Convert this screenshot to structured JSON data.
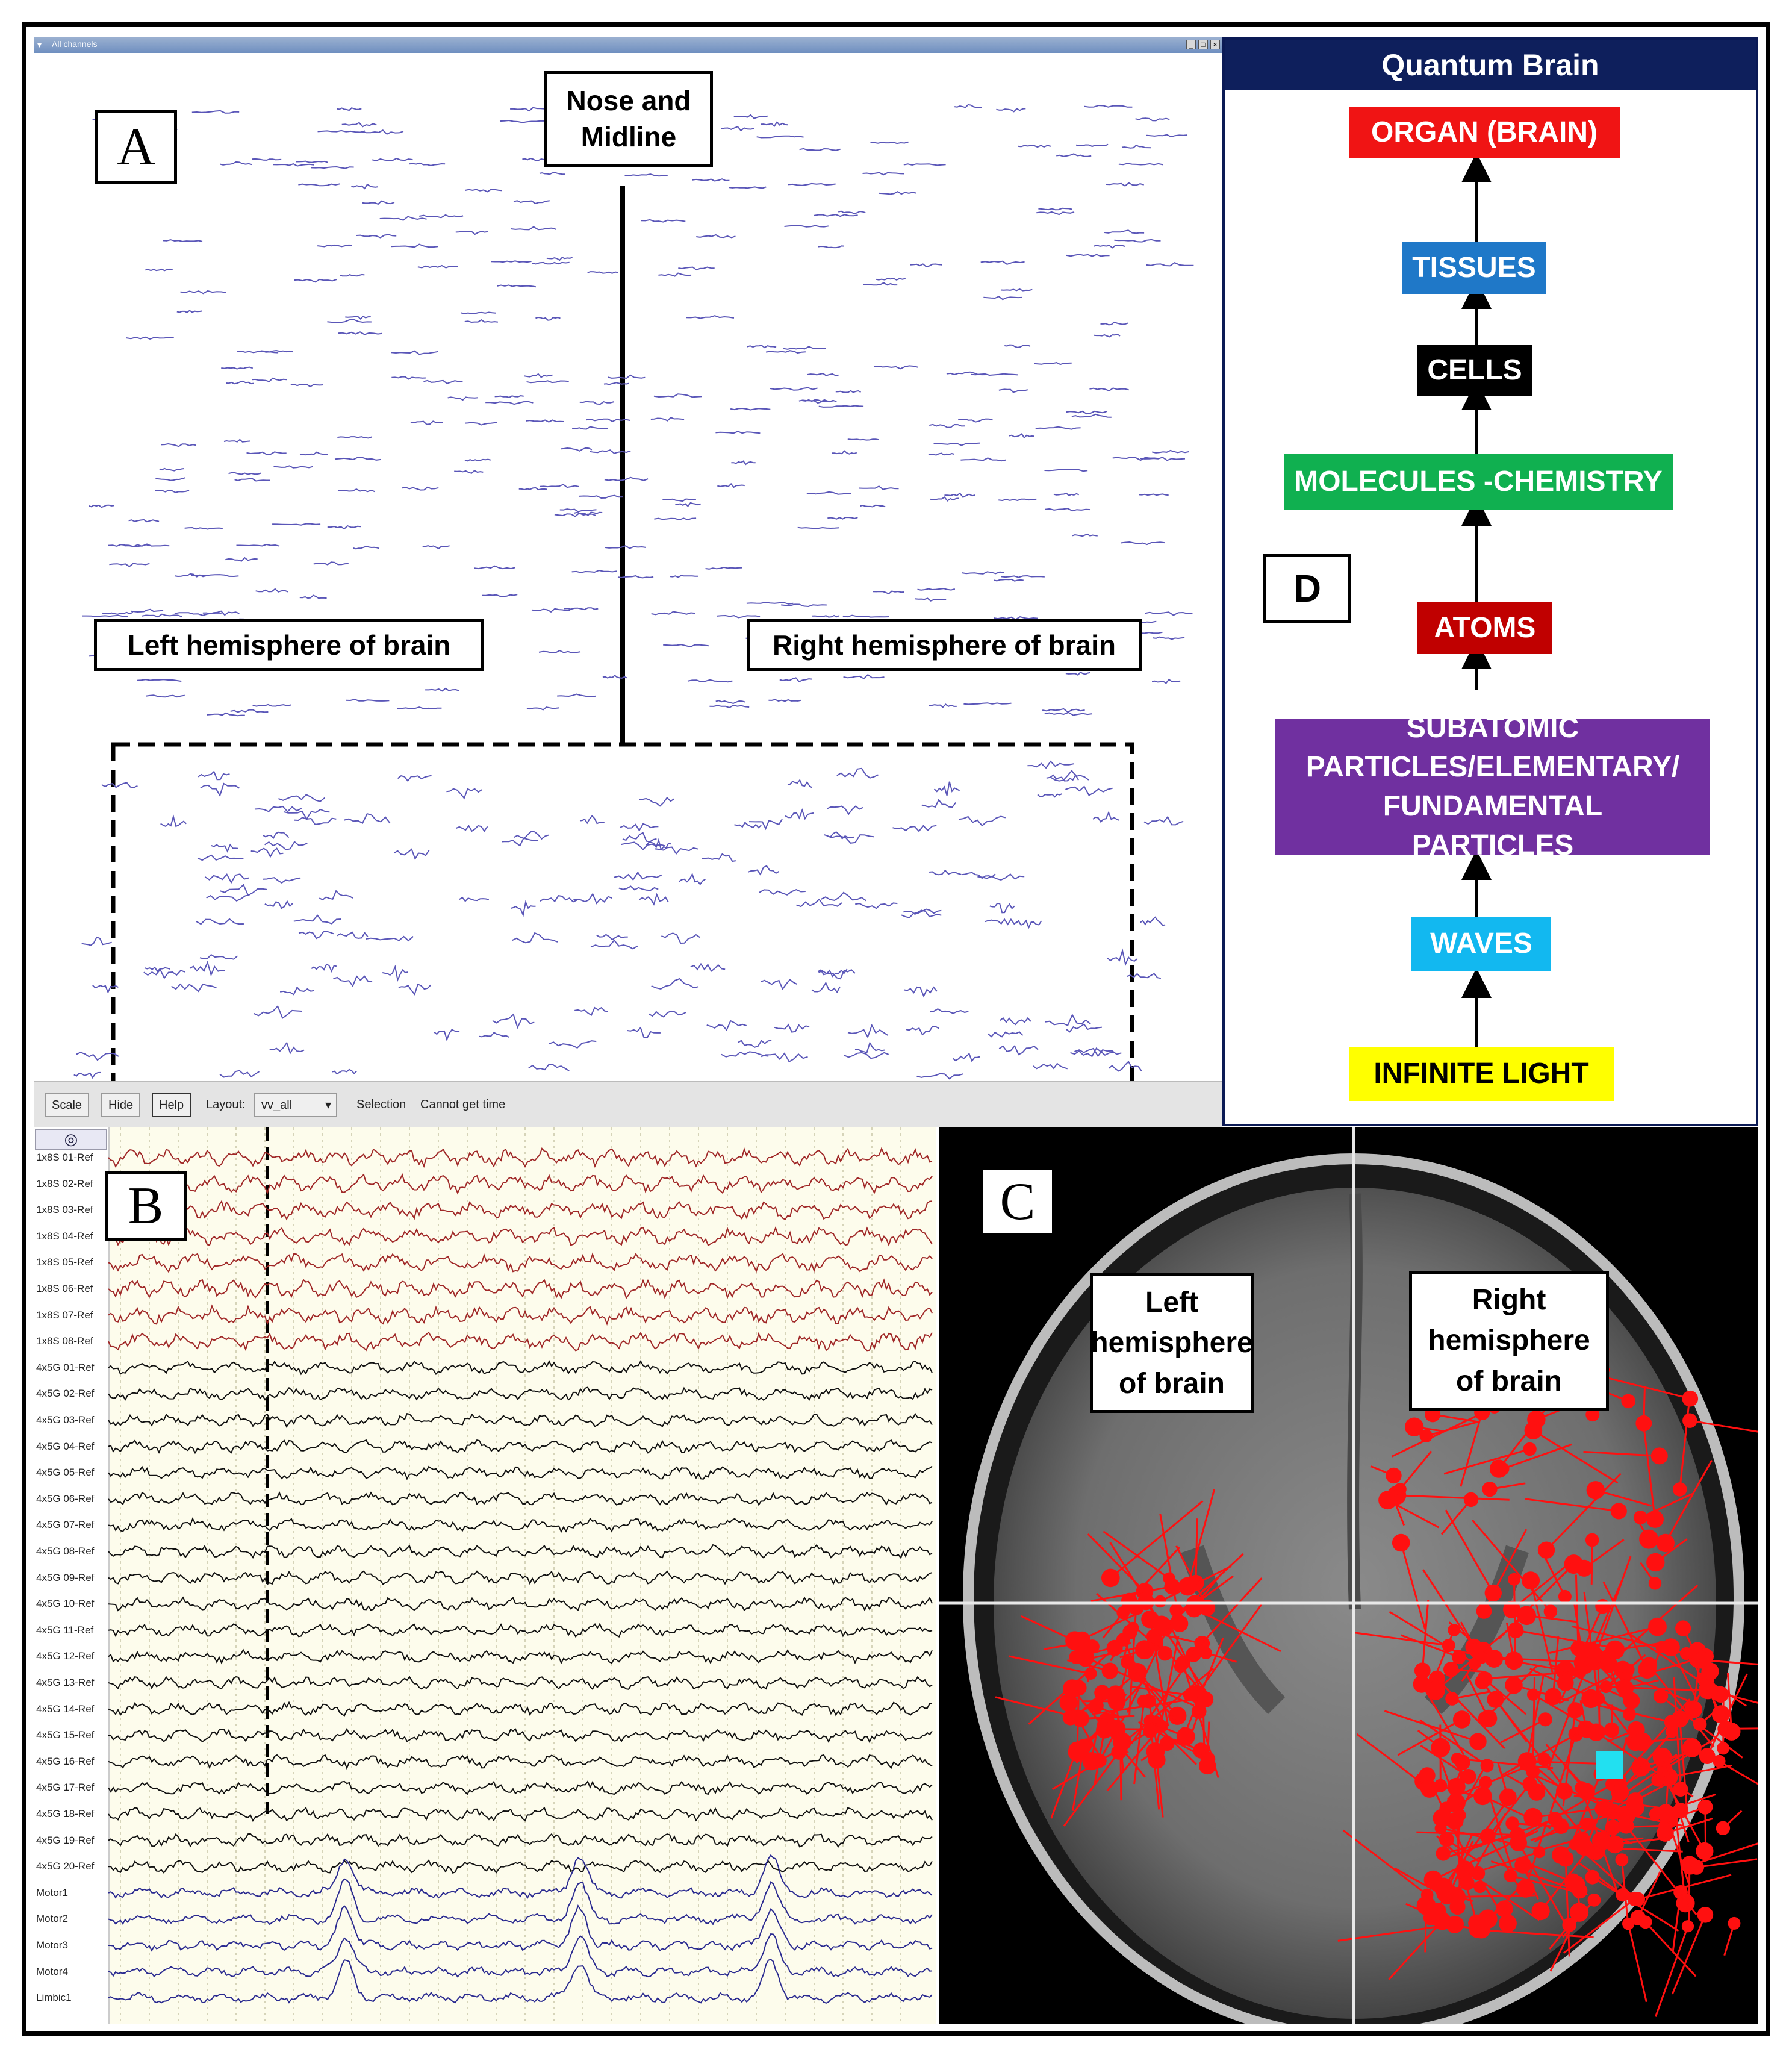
{
  "panel_a": {
    "window_title": "All channels",
    "letter": "A",
    "nose_label": "Nose and Midline",
    "left_label": "Left hemisphere of brain",
    "right_label": "Right hemisphere of brain",
    "toolbar": {
      "scale": "Scale",
      "hide": "Hide",
      "help": "Help",
      "layout_label": "Layout:",
      "layout_value": "vv_all",
      "selection": "Selection",
      "status": "Cannot get time"
    },
    "trace_color": "#5a56b8"
  },
  "panel_d": {
    "header": "Quantum Brain",
    "letter": "D",
    "levels": [
      {
        "label": "ORGAN (BRAIN)",
        "bg": "#f01414",
        "fg": "#ffffff"
      },
      {
        "label": "TISSUES",
        "bg": "#1f78c8",
        "fg": "#ffffff"
      },
      {
        "label": "CELLS",
        "bg": "#000000",
        "fg": "#ffffff"
      },
      {
        "label": "MOLECULES -CHEMISTRY",
        "bg": "#10b050",
        "fg": "#ffffff"
      },
      {
        "label": "ATOMS",
        "bg": "#c00000",
        "fg": "#ffffff"
      },
      {
        "label": "SUBATOMIC PARTICLES/ELEMENTARY/ FUNDAMENTAL PARTICLES",
        "bg": "#7030a0",
        "fg": "#ffffff"
      },
      {
        "label": "WAVES",
        "bg": "#12b8f0",
        "fg": "#ffffff"
      },
      {
        "label": "INFINITE LIGHT",
        "bg": "#ffff00",
        "fg": "#000000"
      }
    ]
  },
  "panel_b": {
    "letter": "B",
    "channels": [
      {
        "name": "1x8S 01-Ref",
        "color": "#a02828"
      },
      {
        "name": "1x8S 02-Ref",
        "color": "#a02828"
      },
      {
        "name": "1x8S 03-Ref",
        "color": "#a02828"
      },
      {
        "name": "1x8S 04-Ref",
        "color": "#a02828"
      },
      {
        "name": "1x8S 05-Ref",
        "color": "#a02828"
      },
      {
        "name": "1x8S 06-Ref",
        "color": "#a02828"
      },
      {
        "name": "1x8S 07-Ref",
        "color": "#a02828"
      },
      {
        "name": "1x8S 08-Ref",
        "color": "#a02828"
      },
      {
        "name": "4x5G 01-Ref",
        "color": "#111111"
      },
      {
        "name": "4x5G 02-Ref",
        "color": "#111111"
      },
      {
        "name": "4x5G 03-Ref",
        "color": "#111111"
      },
      {
        "name": "4x5G 04-Ref",
        "color": "#111111"
      },
      {
        "name": "4x5G 05-Ref",
        "color": "#111111"
      },
      {
        "name": "4x5G 06-Ref",
        "color": "#111111"
      },
      {
        "name": "4x5G 07-Ref",
        "color": "#111111"
      },
      {
        "name": "4x5G 08-Ref",
        "color": "#111111"
      },
      {
        "name": "4x5G 09-Ref",
        "color": "#111111"
      },
      {
        "name": "4x5G 10-Ref",
        "color": "#111111"
      },
      {
        "name": "4x5G 11-Ref",
        "color": "#111111"
      },
      {
        "name": "4x5G 12-Ref",
        "color": "#111111"
      },
      {
        "name": "4x5G 13-Ref",
        "color": "#111111"
      },
      {
        "name": "4x5G 14-Ref",
        "color": "#111111"
      },
      {
        "name": "4x5G 15-Ref",
        "color": "#111111"
      },
      {
        "name": "4x5G 16-Ref",
        "color": "#111111"
      },
      {
        "name": "4x5G 17-Ref",
        "color": "#111111"
      },
      {
        "name": "4x5G 18-Ref",
        "color": "#111111"
      },
      {
        "name": "4x5G 19-Ref",
        "color": "#111111"
      },
      {
        "name": "4x5G 20-Ref",
        "color": "#111111"
      },
      {
        "name": "Motor1",
        "color": "#2a2a90"
      },
      {
        "name": "Motor2",
        "color": "#2a2a90"
      },
      {
        "name": "Motor3",
        "color": "#2a2a90"
      },
      {
        "name": "Motor4",
        "color": "#2a2a90"
      },
      {
        "name": "Limbic1",
        "color": "#2a2a90"
      }
    ]
  },
  "panel_c": {
    "letter": "C",
    "left_label": "Left hemisphere of brain",
    "right_label": "Right hemisphere of brain",
    "dipole_color": "#ff1010",
    "marker_color": "#22e0f0"
  }
}
